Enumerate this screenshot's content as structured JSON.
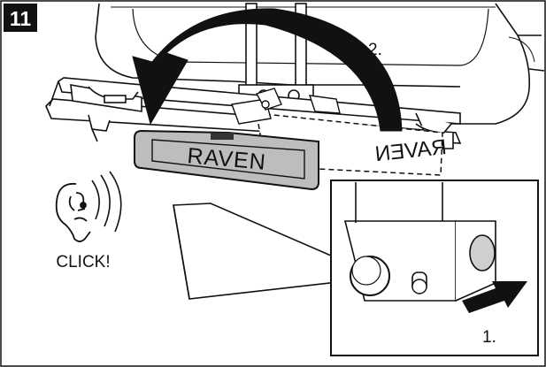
{
  "step": {
    "number": "11"
  },
  "labels": {
    "step_two": "2.",
    "step_one": "1.",
    "click": "CLICK!"
  },
  "plate": {
    "text": "RAVEN",
    "ghost_text": "RAVEN"
  },
  "colors": {
    "ink": "#111111",
    "plate_fill": "#b9b9b9",
    "badge_bg": "#111111",
    "badge_text": "#ffffff",
    "arrow_fill": "#111111"
  },
  "icons": {
    "ear": "ear-icon",
    "sound_waves": "sound-waves-icon",
    "rotate_arrow": "rotate-arrow-icon",
    "push_arrow": "push-arrow-icon"
  }
}
